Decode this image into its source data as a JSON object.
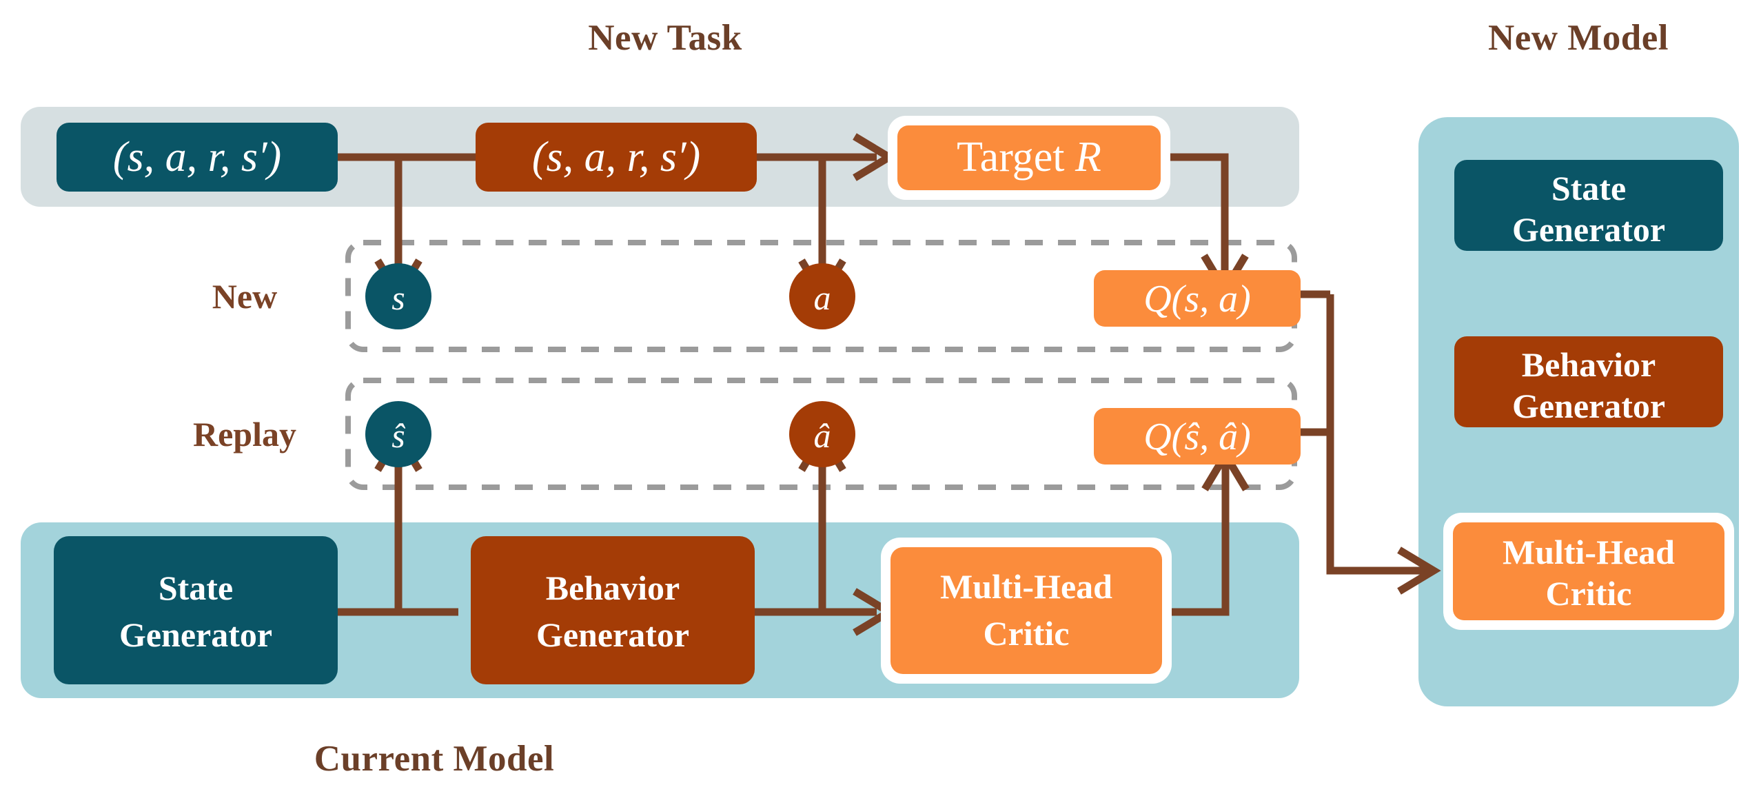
{
  "colors": {
    "teal_dark": "#0B5163",
    "teal_box": "#0A5566",
    "brown_dark": "#A93D07",
    "brown_box": "#A43C06",
    "orange": "#FB8C3C",
    "panel_blue": "#A3D3DB",
    "panel_gray": "#D6DFE1",
    "arrow_brown": "#7A4226",
    "title_brown": "#6B3F28",
    "dash_gray": "#9B9B9B",
    "white": "#FFFFFF"
  },
  "titles": {
    "new_task": "New Task",
    "new_model": "New Model",
    "current_model": "Current Model"
  },
  "row_labels": {
    "new": "New",
    "replay": "Replay"
  },
  "new_task_band": {
    "transition_source": "(s, a, r, s′)",
    "transition_replay": "(s, a, r, s′)",
    "target": "Target R",
    "target_prefix": "Target ",
    "target_symbol": "R"
  },
  "new_row": {
    "state": "s",
    "action": "a",
    "q_value": "Q(s, a)",
    "q_prefix": "Q(",
    "q_arg1": "s",
    "q_sep": ", ",
    "q_arg2": "a",
    "q_suffix": ")"
  },
  "replay_row": {
    "state": "ŝ",
    "action": "â",
    "q_value": "Q(ŝ, â)"
  },
  "current_model": {
    "boxes": [
      {
        "label_line1": "State",
        "label_line2": "Generator",
        "color": "teal_box",
        "highlight": false
      },
      {
        "label_line1": "Behavior",
        "label_line2": "Generator",
        "color": "brown_box",
        "highlight": false
      },
      {
        "label_line1": "Multi-Head",
        "label_line2": "Critic",
        "color": "orange",
        "highlight": true
      }
    ]
  },
  "new_model": {
    "boxes": [
      {
        "label_line1": "State",
        "label_line2": "Generator",
        "color": "teal_box",
        "highlight": false
      },
      {
        "label_line1": "Behavior",
        "label_line2": "Generator",
        "color": "brown_box",
        "highlight": false
      },
      {
        "label_line1": "Multi-Head",
        "label_line2": "Critic",
        "color": "orange",
        "highlight": true
      }
    ]
  },
  "chart_data": {
    "type": "diagram",
    "title": "Continual RL training pipeline: New Task, Current Model, New Model",
    "nodes": [
      "New Task band: (s, a, r, s′) source, (s, a, r, s′) replay, Target R",
      "New row: s, a, Q(s, a)",
      "Replay row: ŝ, â, Q(ŝ, â)",
      "Current Model: State Generator, Behavior Generator, Multi-Head Critic",
      "New Model: State Generator, Behavior Generator, Multi-Head Critic"
    ],
    "edges": [
      "(s,a,r,s′) source → (s,a,r,s′) replay",
      "(s,a,r,s′) source → s",
      "(s,a,r,s′) replay → Target R",
      "(s,a,r,s′) replay → a",
      "Target R → Q(s, a)",
      "State Generator → ŝ",
      "State Generator → Behavior Generator",
      "Behavior Generator → â",
      "Behavior Generator → Multi-Head Critic",
      "Multi-Head Critic → Q(ŝ, â)",
      "Q(s, a) / Q(ŝ, â) → New Model Multi-Head Critic"
    ]
  }
}
